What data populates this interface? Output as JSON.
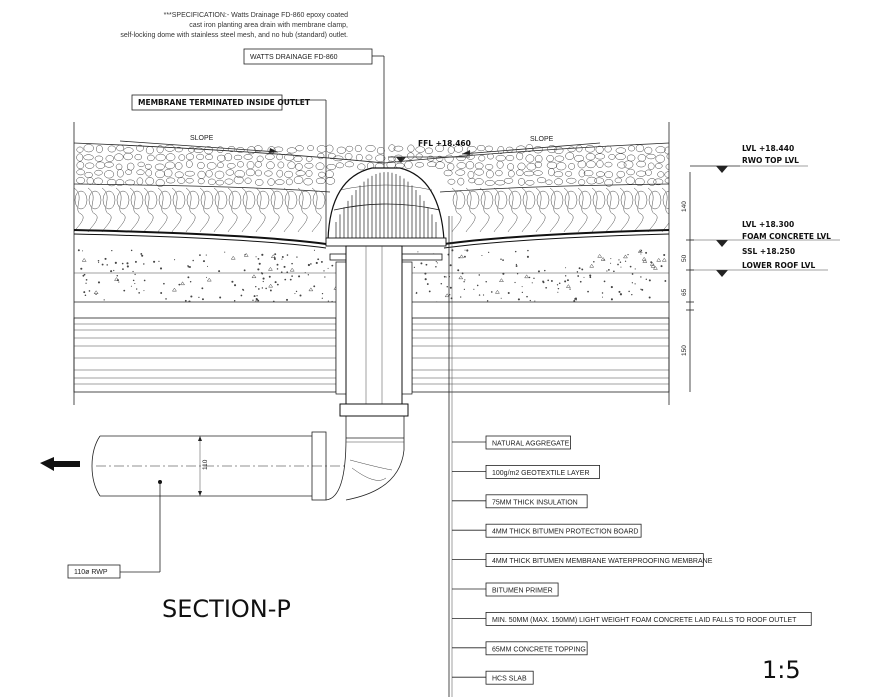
{
  "specification": {
    "lines": [
      "***SPECIFICATION:- Watts Drainage FD-860 epoxy coated",
      "cast iron planting area drain with membrane clamp,",
      "self-locking dome with stainless steel mesh, and no hub (standard) outlet."
    ]
  },
  "tags": {
    "product": "WATTS DRAINAGE FD-860",
    "membrane": "MEMBRANE TERMINATED INSIDE OUTLET",
    "rwp": "110ø RWP"
  },
  "slope_label": "SLOPE",
  "levels": {
    "ffl": "FFL +18.460",
    "lvl1_value": "LVL +18.440",
    "lvl1_name": "RWO TOP LVL",
    "lvl2_value": "LVL +18.300",
    "lvl2_name": "FOAM CONCRETE LVL",
    "lvl3_value": "SSL +18.250",
    "lvl3_name": "LOWER ROOF LVL"
  },
  "dimensions": {
    "d1": "140",
    "d2": "50",
    "d3": "65",
    "d4": "150",
    "pipe": "110"
  },
  "layers": [
    "NATURAL AGGREGATE",
    "100g/m2 GEOTEXTILE LAYER",
    "75MM THICK INSULATION",
    "4MM THICK BITUMEN PROTECTION BOARD",
    "4MM THICK BITUMEN MEMBRANE WATERPROOFING MEMBRANE",
    "BITUMEN PRIMER",
    "MIN. 50MM (MAX. 150MM) LIGHT WEIGHT FOAM CONCRETE LAID FALLS TO ROOF OUTLET",
    "65MM CONCRETE TOPPING",
    "HCS SLAB"
  ],
  "section_title": "SECTION-P",
  "scale": "1:5"
}
